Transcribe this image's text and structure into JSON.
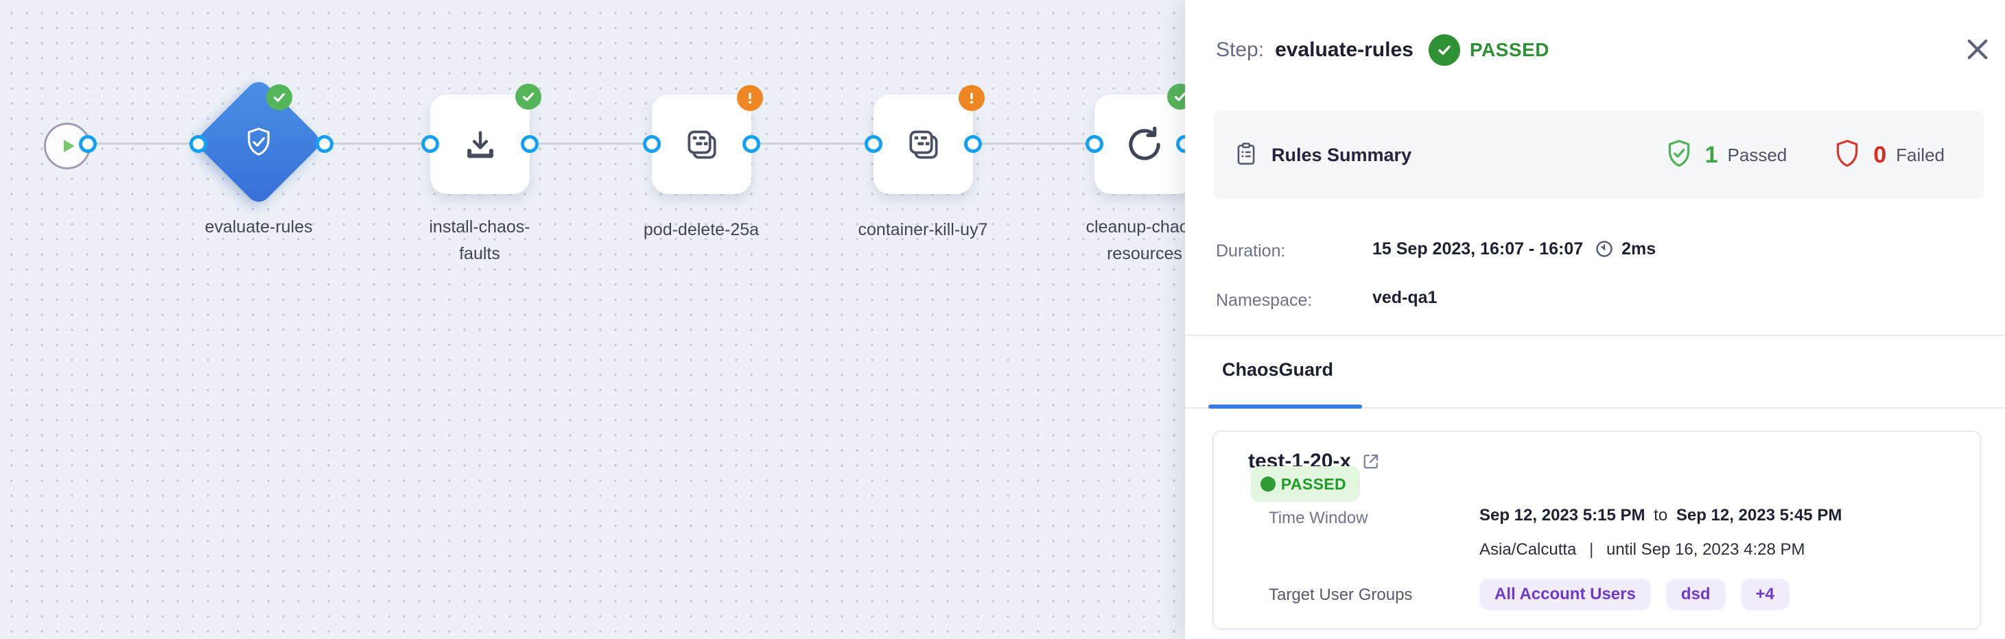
{
  "colors": {
    "accent_blue": "#14a0f3",
    "node_blue_gradient_start": "#4a90e6",
    "node_blue_gradient_end": "#3770d8",
    "success_green": "#2e9234",
    "badge_green": "#55b559",
    "warning_orange": "#ee8723",
    "fail_red": "#da2c1e",
    "tab_blue": "#3a79de",
    "group_purple": "#6d3acb"
  },
  "canvas": {
    "start_node": {
      "icon": "play-icon"
    },
    "nodes": [
      {
        "label": "evaluate-rules",
        "shape": "diamond",
        "icon": "shield-check-icon",
        "status": "passed"
      },
      {
        "label": "install-chaos-faults",
        "shape": "square",
        "icon": "download-icon",
        "status": "passed"
      },
      {
        "label": "pod-delete-25a",
        "shape": "square",
        "icon": "chaos-fault-icon",
        "status": "warning"
      },
      {
        "label": "container-kill-uy7",
        "shape": "square",
        "icon": "chaos-fault-icon",
        "status": "warning"
      },
      {
        "label": "cleanup-chaos-resources",
        "shape": "square",
        "icon": "retry-icon",
        "status": "passed"
      }
    ]
  },
  "panel": {
    "header": {
      "step_prefix": "Step:",
      "step_name": "evaluate-rules",
      "status": "PASSED"
    },
    "rules_summary": {
      "title": "Rules Summary",
      "passed_count": "1",
      "passed_label": "Passed",
      "failed_count": "0",
      "failed_label": "Failed"
    },
    "details": {
      "duration_label": "Duration:",
      "duration_value": "15 Sep 2023, 16:07 - 16:07",
      "duration_time": "2ms",
      "namespace_label": "Namespace:",
      "namespace_value": "ved-qa1"
    },
    "tabs": [
      {
        "label": "ChaosGuard"
      }
    ],
    "guard_card": {
      "name": "test-1-20-x",
      "status": "PASSED",
      "time_window_label": "Time Window",
      "time_start": "Sep 12, 2023 5:15 PM",
      "time_join": "to",
      "time_end": "Sep 12, 2023 5:45 PM",
      "timezone": "Asia/Calcutta",
      "separator": "|",
      "valid_until": "until Sep 16, 2023 4:28 PM",
      "target_label": "Target User Groups",
      "groups": [
        "All Account Users",
        "dsd",
        "+4"
      ]
    }
  }
}
